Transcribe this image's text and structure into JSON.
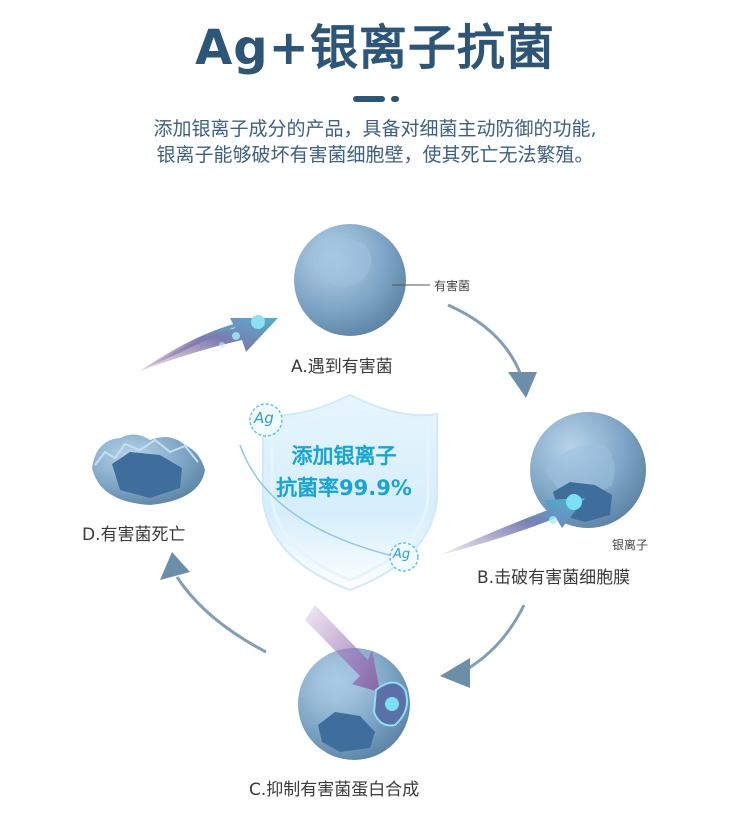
{
  "title": "Ag+银离子抗菌",
  "description": {
    "line1": "添加银离子成分的产品，具备对细菌主动防御的功能,",
    "line2": "银离子能够破坏有害菌细胞壁，使其死亡无法繁殖。"
  },
  "shield": {
    "line1": "添加银离子",
    "line2": "抗菌率99.9%",
    "badge": "Ag"
  },
  "steps": {
    "a": "A.遇到有害菌",
    "b": "B.击破有害菌细胞膜",
    "c": "C.抑制有害菌蛋白合成",
    "d": "D.有害菌死亡"
  },
  "callouts": {
    "bacteria": "有害菌",
    "silver_ion": "银离子"
  },
  "colors": {
    "title": "#2d5577",
    "shield_text": "#17a5d3",
    "sphere": "#7fa6c6",
    "arrow": "#6d8ea9"
  }
}
